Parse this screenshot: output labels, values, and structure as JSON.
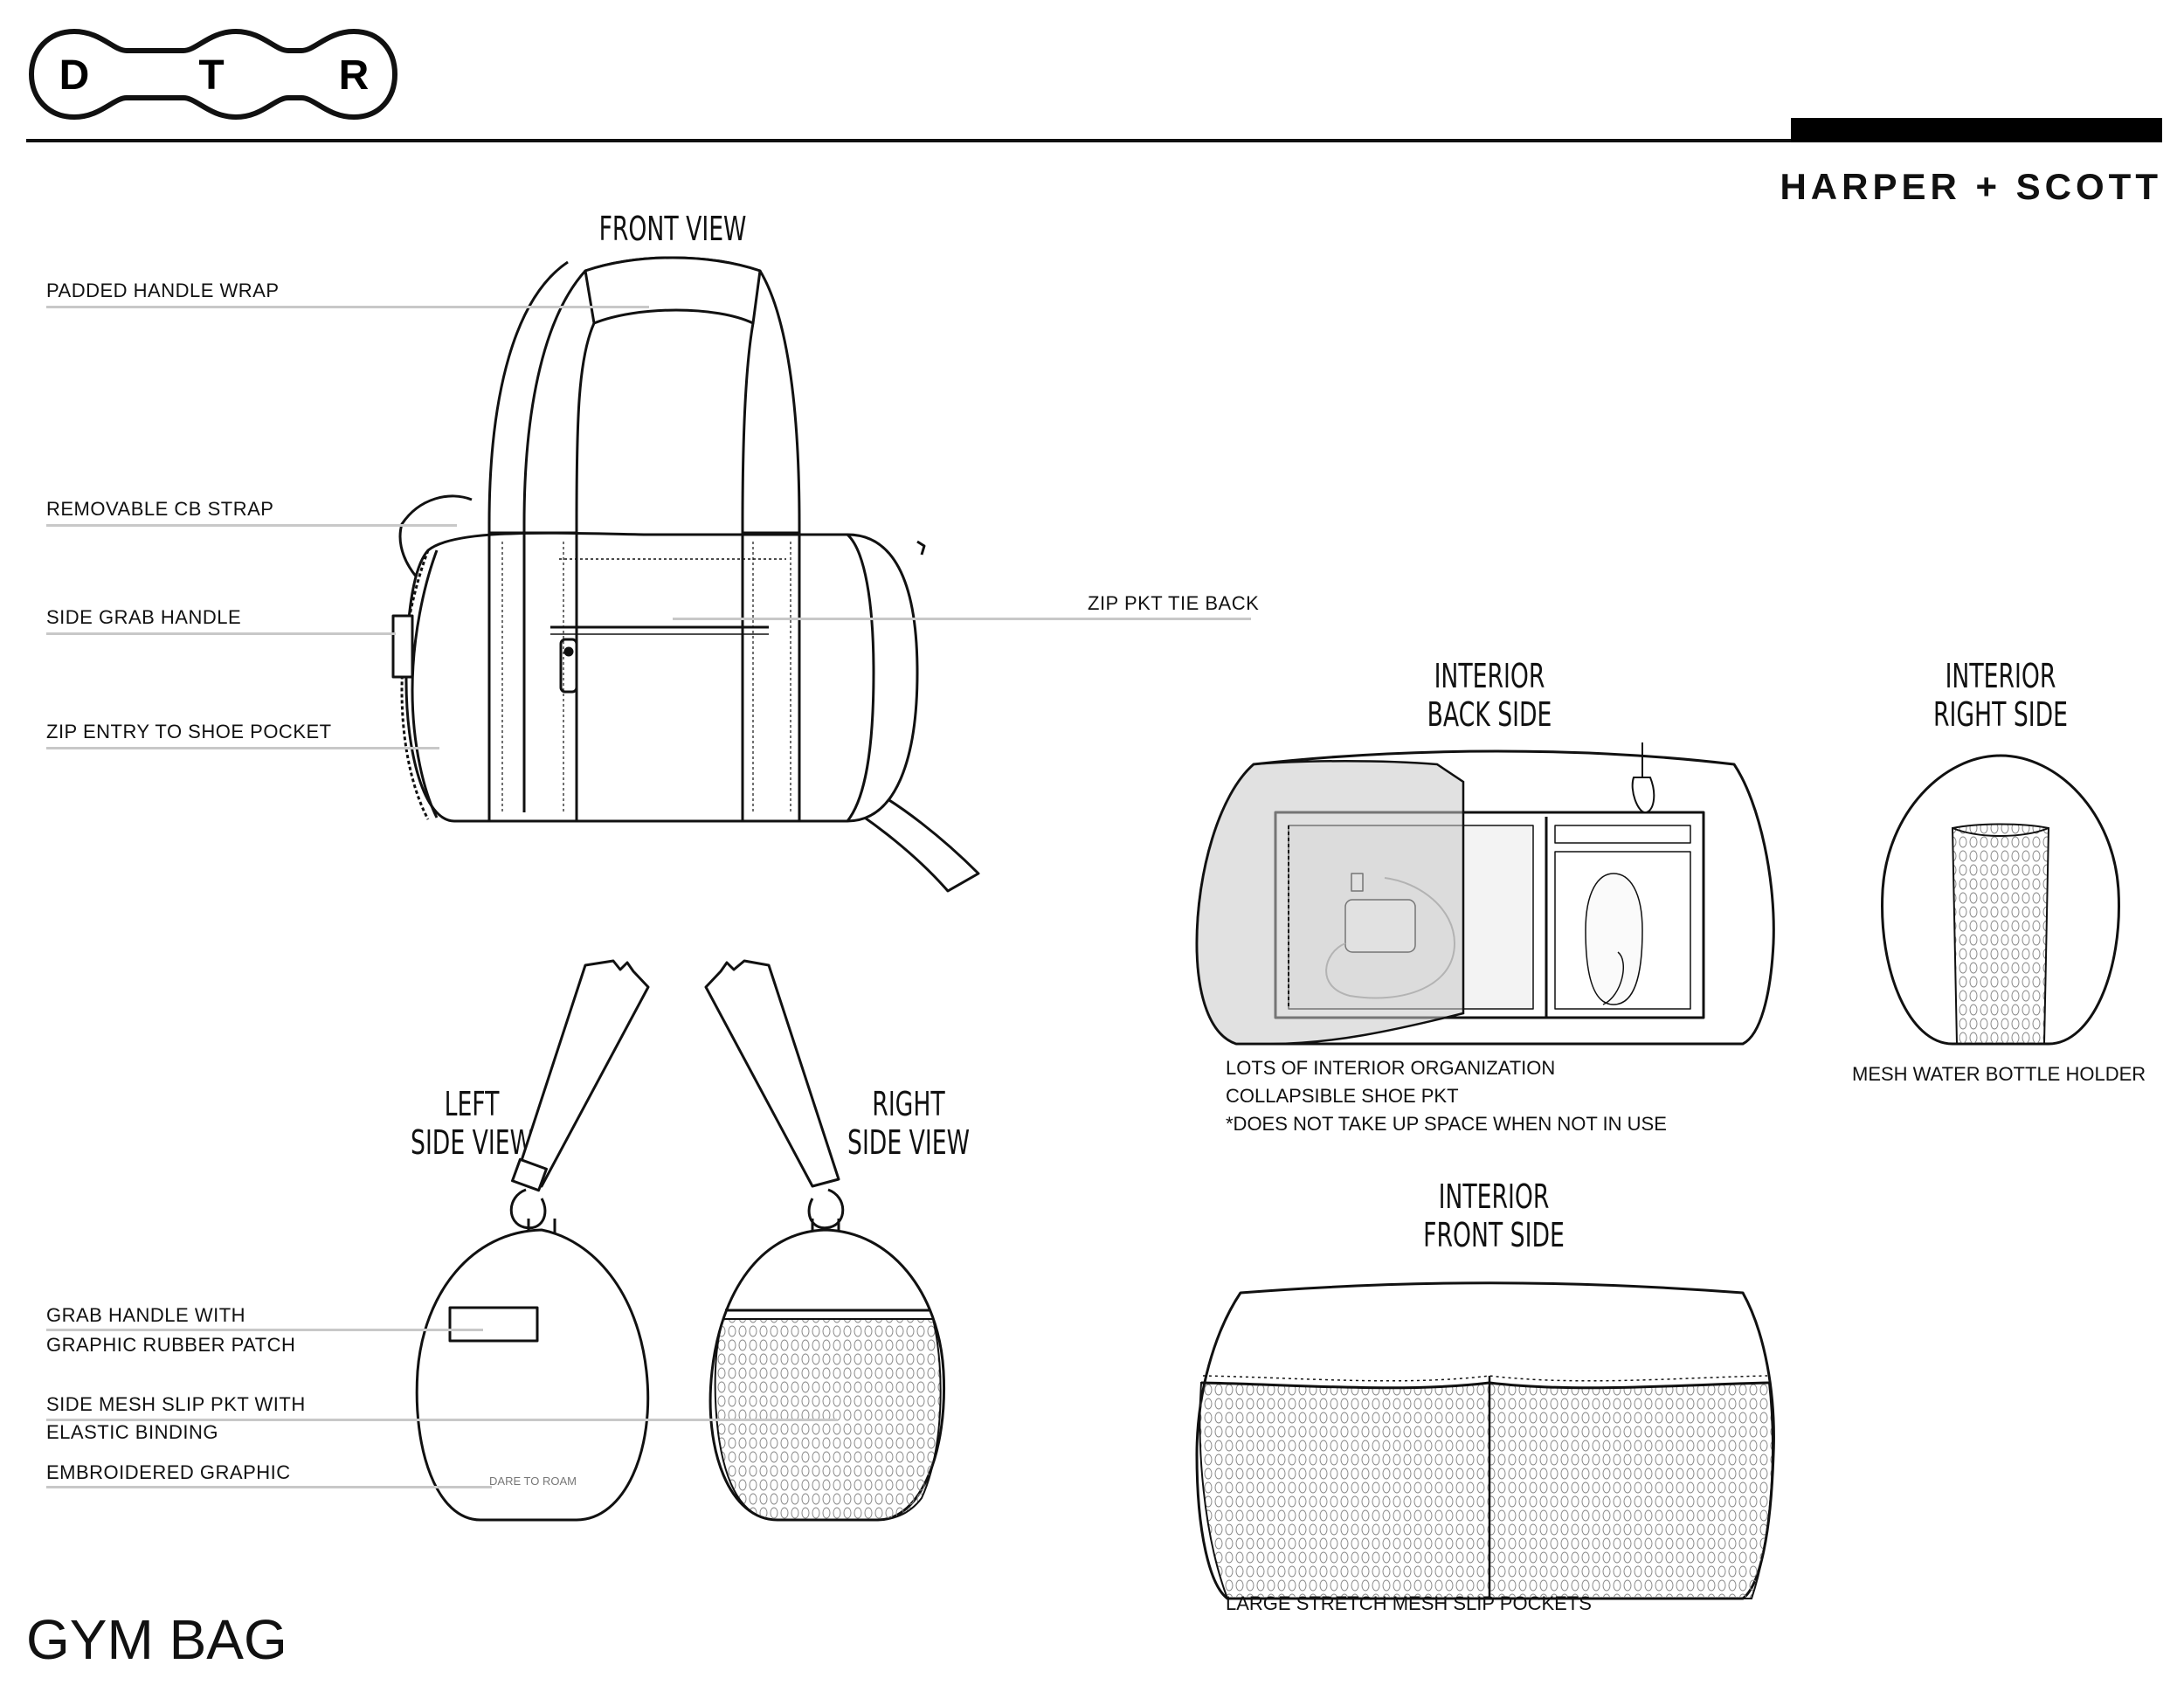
{
  "brand": {
    "logo_text": "DTR",
    "logo_letters": [
      "D",
      "T",
      "R"
    ],
    "company": "HARPER + SCOTT"
  },
  "page_title": "GYM BAG",
  "views": {
    "front": "FRONT VIEW",
    "left_line1": "LEFT",
    "left_line2": "SIDE VIEW",
    "right_line1": "RIGHT",
    "right_line2": "SIDE VIEW",
    "interior_back_line1": "INTERIOR",
    "interior_back_line2": "BACK SIDE",
    "interior_right_line1": "INTERIOR",
    "interior_right_line2": "RIGHT SIDE",
    "interior_front_line1": "INTERIOR",
    "interior_front_line2": "FRONT SIDE"
  },
  "callouts": {
    "padded_handle_wrap": "PADDED HANDLE WRAP",
    "removable_cb_strap": "REMOVABLE CB STRAP",
    "side_grab_handle": "SIDE GRAB HANDLE",
    "zip_entry_shoe_pocket": "ZIP ENTRY TO SHOE POCKET",
    "zip_pkt_tie_back": "ZIP PKT TIE BACK",
    "grab_handle_line1": "GRAB HANDLE WITH",
    "grab_handle_line2": "GRAPHIC RUBBER PATCH",
    "side_mesh_line1": "SIDE MESH SLIP PKT WITH",
    "side_mesh_line2": "ELASTIC BINDING",
    "embroidered_graphic": "EMBROIDERED GRAPHIC",
    "interior_org_line1": "LOTS OF INTERIOR ORGANIZATION",
    "interior_org_line2": "COLLAPSIBLE SHOE PKT",
    "interior_org_line3": "*DOES NOT TAKE UP SPACE WHEN NOT IN USE",
    "mesh_water_bottle": "MESH WATER BOTTLE HOLDER",
    "large_stretch_mesh": "LARGE STRETCH MESH SLIP POCKETS",
    "dare_to_roam": "DARE TO ROAM"
  },
  "colors": {
    "line": "#111111",
    "leader": "#c8c8c8",
    "shade": "#e4e4e4",
    "bar": "#000000"
  }
}
